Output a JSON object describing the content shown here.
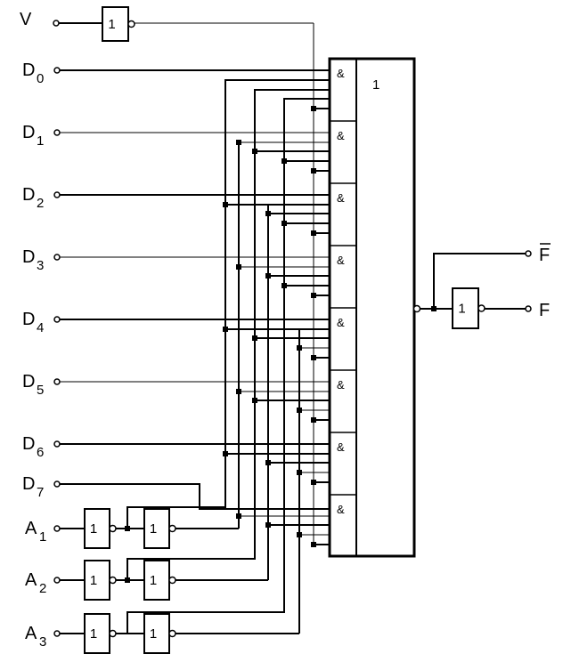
{
  "title": "8-to-1 multiplexer with strobe",
  "colors": {
    "line": "#000000",
    "background": "#ffffff"
  },
  "inputs": {
    "strobe": {
      "label": "V",
      "sub": ""
    },
    "data": [
      {
        "label": "D",
        "sub": "0"
      },
      {
        "label": "D",
        "sub": "1"
      },
      {
        "label": "D",
        "sub": "2"
      },
      {
        "label": "D",
        "sub": "3"
      },
      {
        "label": "D",
        "sub": "4"
      },
      {
        "label": "D",
        "sub": "5"
      },
      {
        "label": "D",
        "sub": "6"
      },
      {
        "label": "D",
        "sub": "7"
      }
    ],
    "address": [
      {
        "label": "A",
        "sub": "1"
      },
      {
        "label": "A",
        "sub": "2"
      },
      {
        "label": "A",
        "sub": "3"
      }
    ]
  },
  "gates": {
    "not_symbol": "1",
    "and_symbol": "&",
    "or_symbol": "1",
    "and_count": 8,
    "select_pattern": [
      [
        "inv",
        "inv",
        "inv"
      ],
      [
        "dir",
        "inv",
        "inv"
      ],
      [
        "inv",
        "dir",
        "inv"
      ],
      [
        "dir",
        "dir",
        "inv"
      ],
      [
        "inv",
        "inv",
        "dir"
      ],
      [
        "dir",
        "inv",
        "dir"
      ],
      [
        "inv",
        "dir",
        "dir"
      ],
      [
        "dir",
        "dir",
        "dir"
      ]
    ]
  },
  "outputs": {
    "inverted": {
      "label": "F",
      "overbar": true
    },
    "direct": {
      "label": "F",
      "overbar": false
    }
  }
}
